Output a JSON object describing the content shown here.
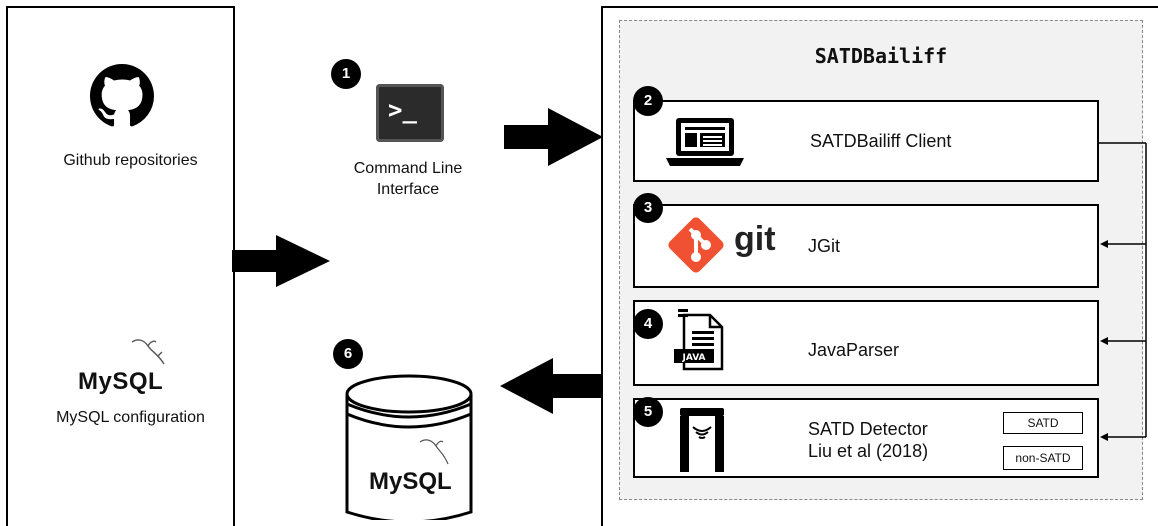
{
  "inputs": {
    "github_label": "Github repositories",
    "mysql_logo_text": "MySQL",
    "mysql_label": "MySQL configuration"
  },
  "cli": {
    "step": "1",
    "prompt_glyph": ">_",
    "label_line1": "Command Line",
    "label_line2": "Interface"
  },
  "system": {
    "title": "SATDBailiff",
    "components": [
      {
        "step": "2",
        "label": "SATDBailiff Client",
        "icon": "laptop-icon"
      },
      {
        "step": "3",
        "label": "JGit",
        "logo_text": "git",
        "icon": "git-logo-icon"
      },
      {
        "step": "4",
        "label": "JavaParser",
        "icon_text": "JAVA",
        "icon": "java-file-icon"
      },
      {
        "step": "5",
        "label_line1": "SATD Detector",
        "label_line2": "Liu et al (2018)",
        "icon": "detector-gate-icon",
        "tags": [
          "SATD",
          "non-SATD"
        ]
      }
    ]
  },
  "database": {
    "step": "6",
    "logo_text": "MySQL"
  },
  "colors": {
    "git_brand": "#F05133",
    "panel_fill": "#f2f2f2",
    "line": "#000000"
  }
}
